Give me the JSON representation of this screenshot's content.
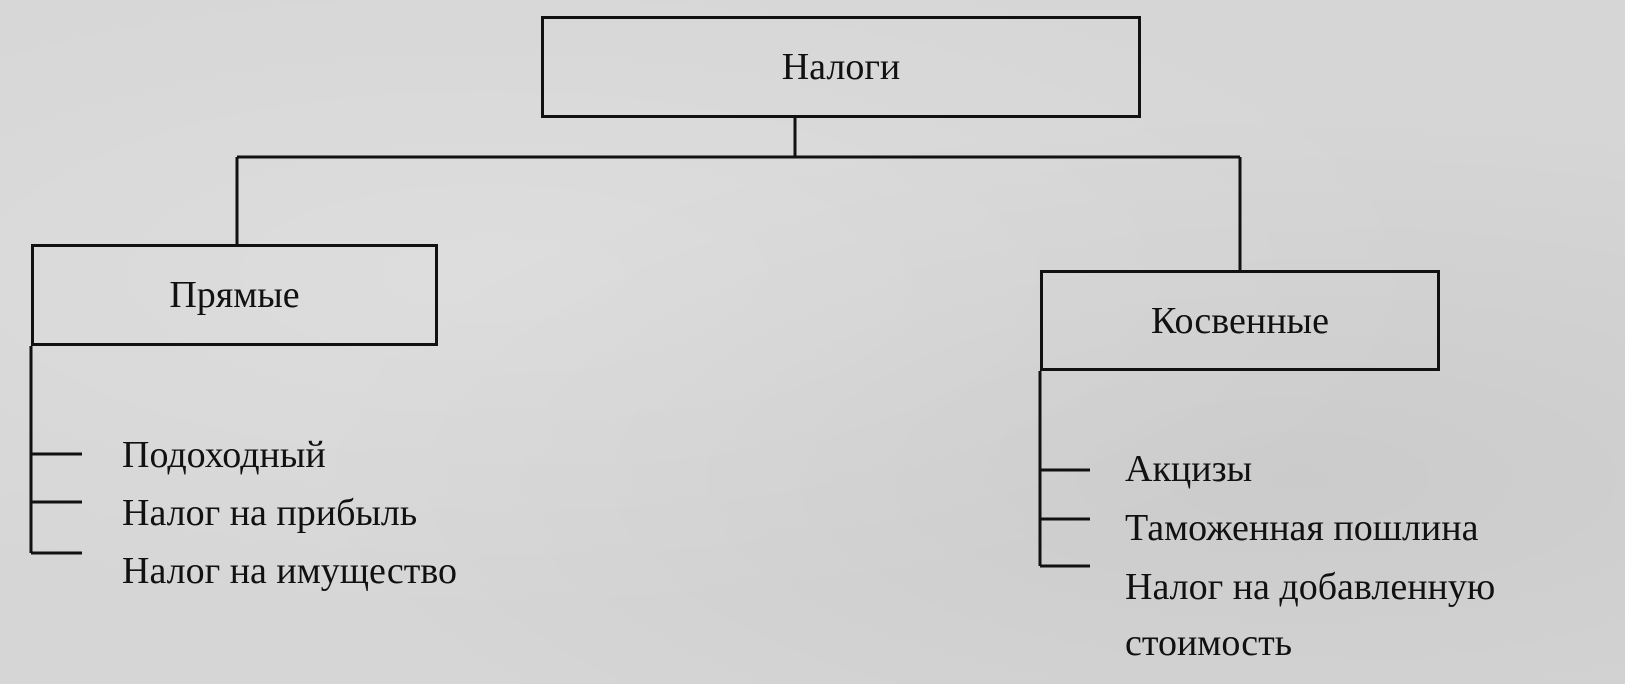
{
  "diagram": {
    "root": {
      "label": "Налоги"
    },
    "branches": [
      {
        "label": "Прямые",
        "items": [
          "Подоходный",
          "Налог на прибыль",
          "Налог на имущество"
        ]
      },
      {
        "label": "Косвенные",
        "items": [
          "Акцизы",
          "Таможенная пошлина",
          "Налог на добавленную",
          "стоимость"
        ]
      }
    ]
  }
}
